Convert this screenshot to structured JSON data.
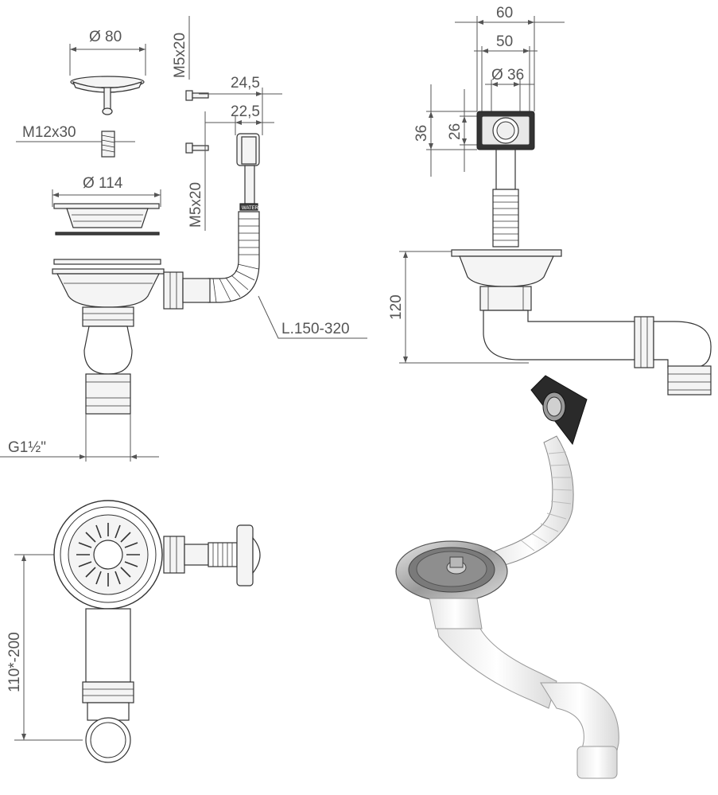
{
  "dimensions": {
    "strainer_diameter": "Ø 80",
    "screw_bolt": "M12x30",
    "basket_diameter": "Ø 114",
    "screw_top": "M5x20",
    "screw_bottom": "M5x20",
    "overflow_depth_outer": "24,5",
    "overflow_depth_inner": "22,5",
    "hose_length": "L.150-320",
    "outlet_thread": "G1½\"",
    "overflow_width_outer": "60",
    "overflow_width_inner": "50",
    "overflow_hole_diameter": "Ø 36",
    "overflow_height_outer": "36",
    "overflow_height_inner": "26",
    "depth_120": "120",
    "drop_range": "110*-200"
  },
  "brand_mark": "WATER",
  "colors": {
    "line": "#333333",
    "dim": "#555555",
    "steel": "#b8b8b8",
    "white_plastic": "#f7f7f7",
    "black": "#2a2a2a"
  }
}
